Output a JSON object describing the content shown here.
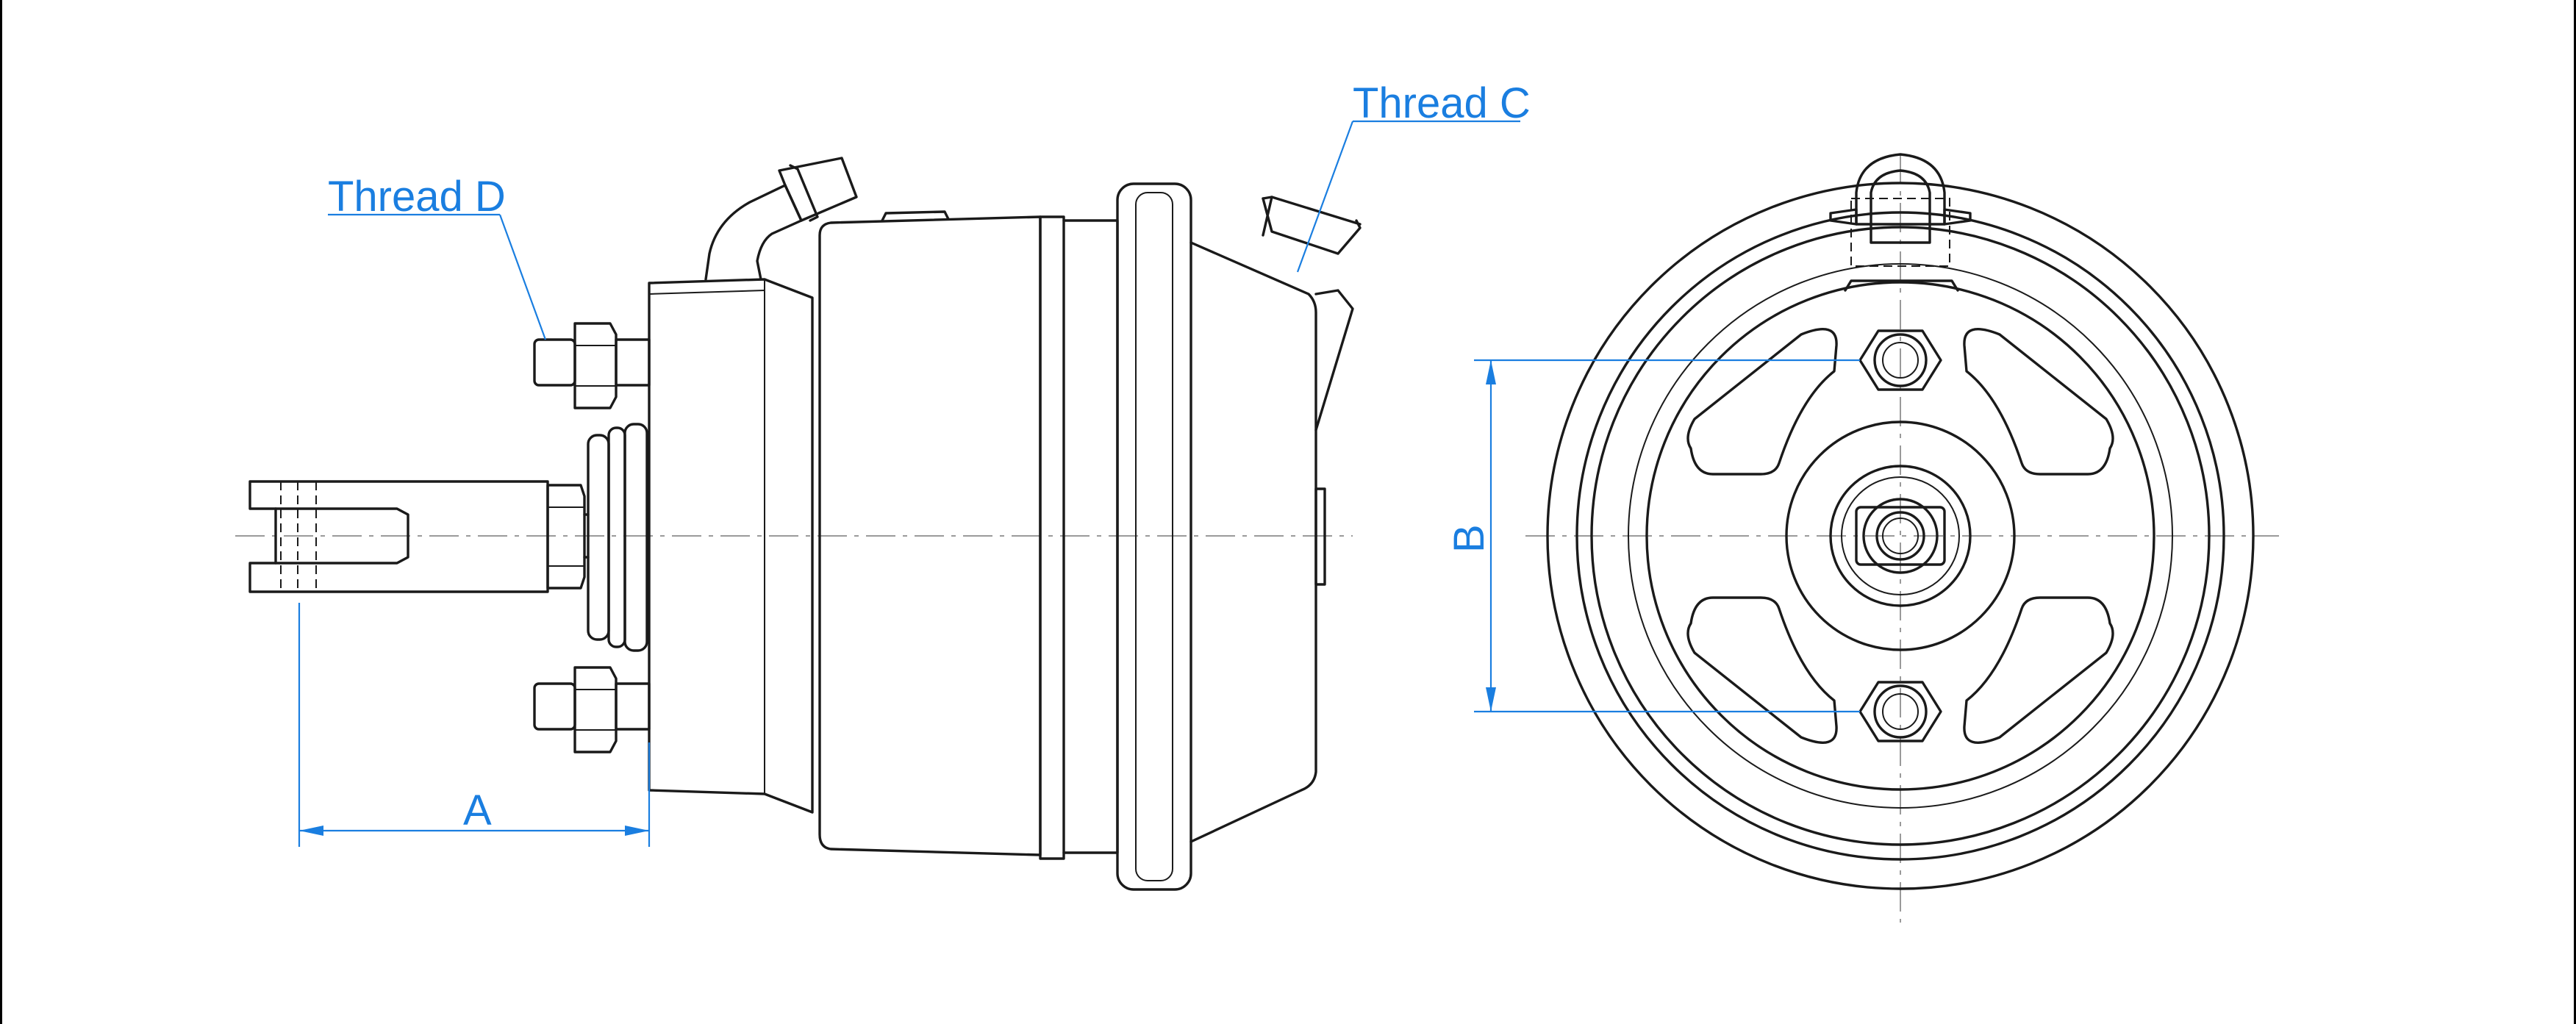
{
  "drawing": {
    "labels": {
      "thread_c": "Thread C",
      "thread_d": "Thread D",
      "dim_a": "A",
      "dim_b": "B"
    },
    "colors": {
      "line": "#1a1a1a",
      "centerline": "#9a9a9a",
      "dimension": "#1a7ee0",
      "background": "#ffffff"
    }
  }
}
